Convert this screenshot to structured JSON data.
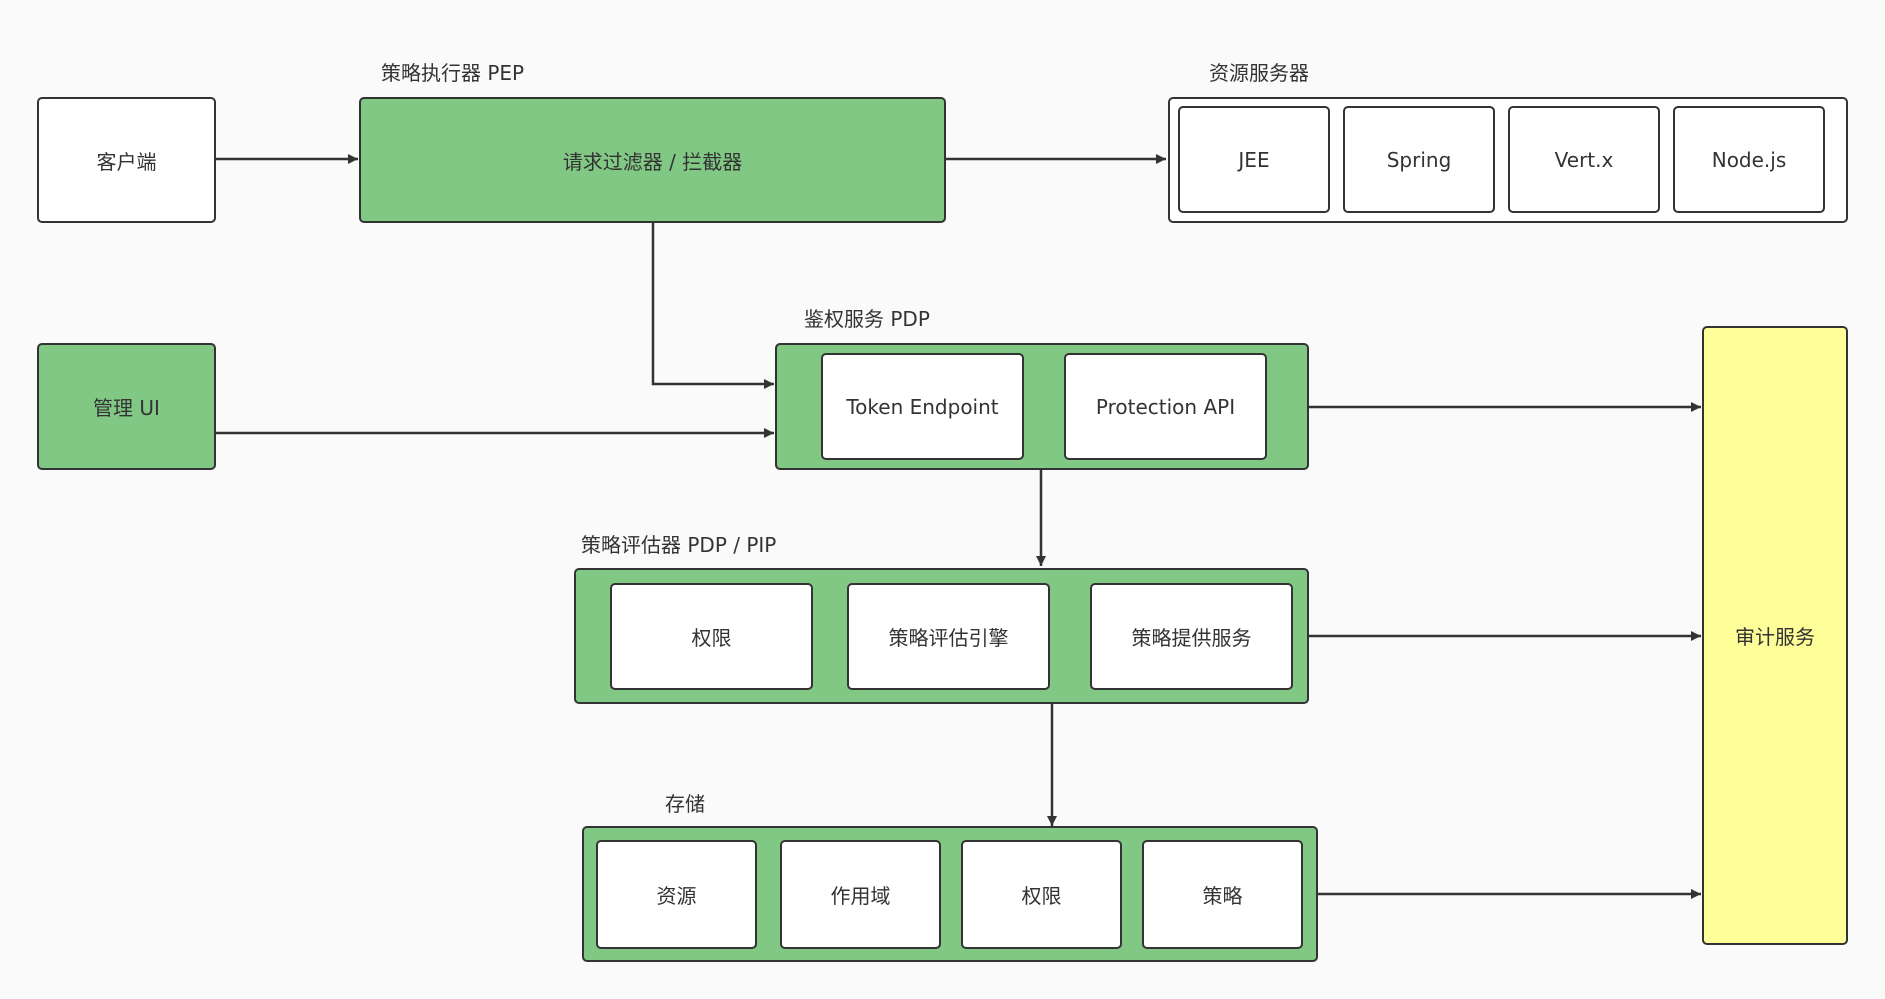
{
  "nodes": {
    "client": "客户端",
    "pep_label": "策略执行器 PEP",
    "filter": "请求过滤器 / 拦截器",
    "resource_server_label": "资源服务器",
    "resource_servers": [
      "JEE",
      "Spring",
      "Vert.x",
      "Node.js"
    ],
    "admin_ui": "管理 UI",
    "pdp_label": "鉴权服务 PDP",
    "pdp_items": [
      "Token Endpoint",
      "Protection API"
    ],
    "evaluator_label": "策略评估器 PDP / PIP",
    "evaluator_items": [
      "权限",
      "策略评估引擎",
      "策略提供服务"
    ],
    "storage_label": "存储",
    "storage_items": [
      "资源",
      "作用域",
      "权限",
      "策略"
    ],
    "audit": "审计服务"
  },
  "colors": {
    "green": "#82c885",
    "yellow": "#ffff99",
    "white": "#ffffff",
    "stroke": "#333333"
  }
}
